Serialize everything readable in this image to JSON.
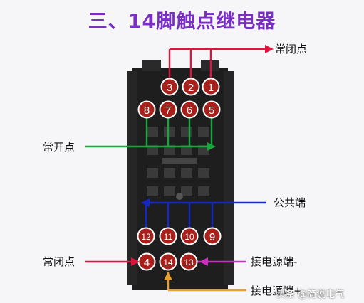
{
  "title": "三、14脚触点继电器",
  "labels": {
    "nc_top": "常闭点",
    "no": "常开点",
    "common": "公共端",
    "nc_bottom": "常闭点",
    "power_minus": "接电源端-",
    "power_plus": "接电源端+"
  },
  "pins": {
    "p1": "1",
    "p2": "2",
    "p3": "3",
    "p4": "4",
    "p5": "5",
    "p6": "6",
    "p7": "7",
    "p8": "8",
    "p9": "9",
    "p10": "10",
    "p11": "11",
    "p12": "12",
    "p13": "13",
    "p14": "14"
  },
  "watermark": "头条 @简说电气",
  "colors": {
    "title": "#7a2fc3",
    "normally_closed": "#e0143c",
    "normally_open": "#16a83a",
    "common": "#1428c8",
    "power_minus": "#c830c0",
    "power_plus": "#e8a030"
  }
}
